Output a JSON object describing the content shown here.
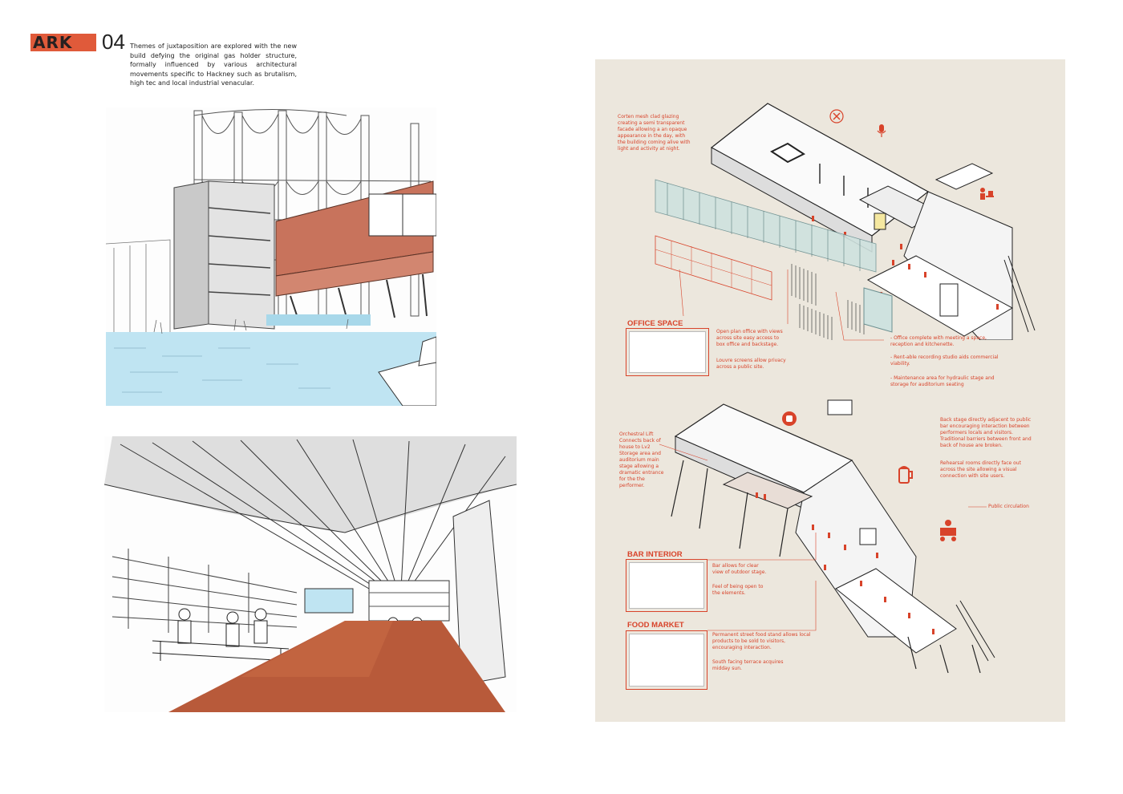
{
  "header": {
    "badge": "ARK",
    "page_number": "04",
    "intro": "Themes of juxtaposition are explored with the new build defying the original gas holder structure, formally influenced by various architectural movements  specific to Hackney such as brutalism, high tec and local industrial venacular."
  },
  "colors": {
    "accent": "#e05a3a",
    "annotation": "#d8432a",
    "poster_bg": "#ece7dd",
    "water": "#bfe4f2",
    "brick": "#c8735c",
    "floor": "#b85a3a"
  },
  "poster": {
    "facade_note": "Corten mesh clad glazing creating a semi transparent facade allowing a an opaque appearance in the day, with the building coming alive with light and activity at night.",
    "office": {
      "title": "OFFICE SPACE",
      "desc1": "Open plan office with views across site easy access to box office and backstage.",
      "desc2": "Louvre screens allow privacy across a public site."
    },
    "office_points": [
      "- Office complete with meeting a space, reception and kitchenette.",
      "- Rent-able recording studio aids commercial viability.",
      "- Maintenance area for hydraulic stage and storage for auditorium seating"
    ],
    "orchestral_note": "Orchestral Lift Connects back of house to Lv2 Storage area and auditorium main stage allowing a dramatic entrance for the the performer.",
    "backstage_note": "Back stage directly adjacent to public bar encouraging interaction between performers locals and visitors. Traditional barriers between front and back of house are broken.",
    "rehearsal_note": "Rehearsal rooms directly face out across the site allowing a visual connection with site users.",
    "public_circulation": "Public circulation",
    "bar": {
      "title": "BAR INTERIOR",
      "desc1": "Bar allows for clear view of outdoor stage.",
      "desc2": "Feel of being open to the elements."
    },
    "food": {
      "title": "FOOD MARKET",
      "desc1": "Permanent street food stand allows local products to be sold to visitors, encouraging interaction.",
      "desc2": "South facing terrace acquires midday sun."
    }
  },
  "icons": [
    "tools-icon",
    "microphone-icon",
    "desk-worker-icon",
    "theatre-mask-icon",
    "beer-mug-icon",
    "food-stall-icon"
  ]
}
